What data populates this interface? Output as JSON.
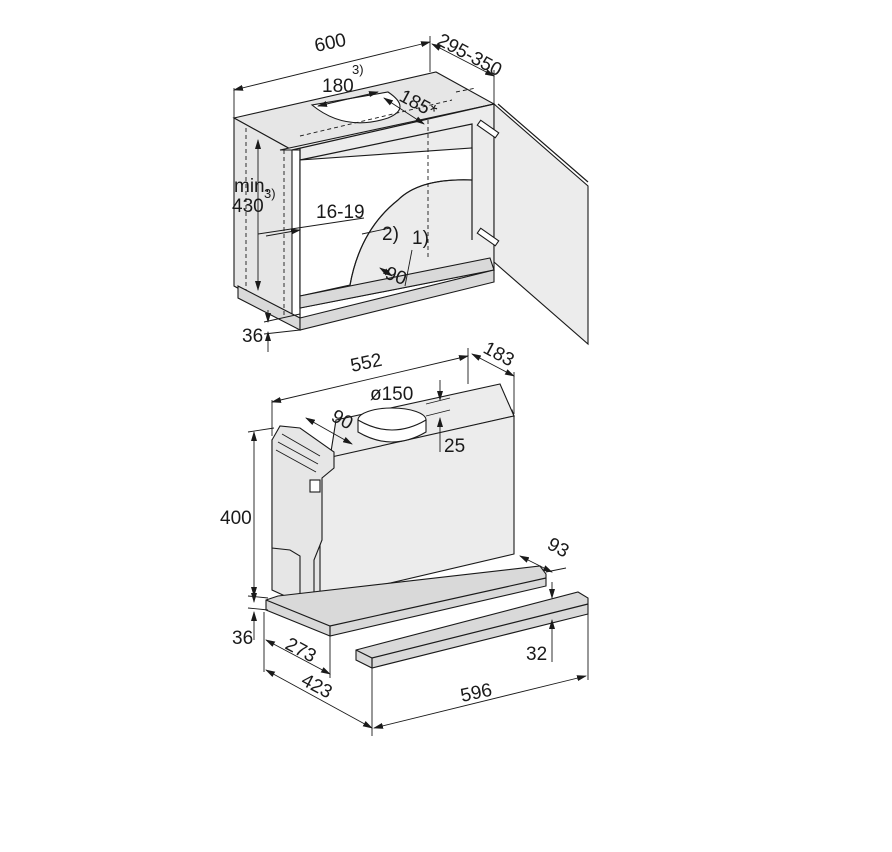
{
  "diagram": {
    "type": "technical-dimension-drawing",
    "subject": "built-in cooker hood in wall cabinet",
    "units": "mm",
    "cabinet": {
      "width": "600",
      "depth": "295-350",
      "cutout_width": "180",
      "cutout_width_note": "3)",
      "cutout_depth": "185*",
      "min_height_label_1": "min.",
      "min_height_label_2": "430",
      "min_height_note": "3)",
      "panel_thickness": "16-19",
      "note_2": "2)",
      "note_1": "1)",
      "rear_offset": "90",
      "bottom_offset": "36"
    },
    "hood": {
      "body_width": "552",
      "body_depth": "183",
      "duct_diameter": "ø150",
      "duct_offset": "90",
      "duct_height": "25",
      "height": "400",
      "front_offset": "36",
      "depth_inner": "273",
      "depth_total": "423",
      "fascia_width": "596",
      "fascia_height": "32",
      "fascia_depth": "93"
    }
  }
}
